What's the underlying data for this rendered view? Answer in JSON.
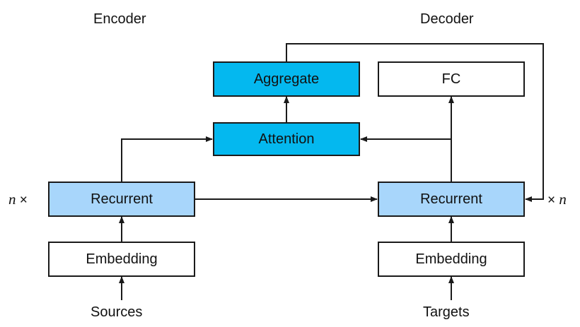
{
  "titles": {
    "encoder": "Encoder",
    "decoder": "Decoder"
  },
  "encoder": {
    "recurrent": "Recurrent",
    "embedding": "Embedding",
    "input": "Sources",
    "repeat_prefix": "n",
    "repeat_symbol": "×"
  },
  "decoder": {
    "fc": "FC",
    "recurrent": "Recurrent",
    "embedding": "Embedding",
    "input": "Targets",
    "repeat_symbol": "×",
    "repeat_suffix": "n"
  },
  "attention": {
    "attention": "Attention",
    "aggregate": "Aggregate"
  },
  "colors": {
    "white_box": "#ffffff",
    "recurrent_box": "#a8d6fb",
    "attention_box": "#04b8ef",
    "stroke": "#1a1a1a"
  }
}
